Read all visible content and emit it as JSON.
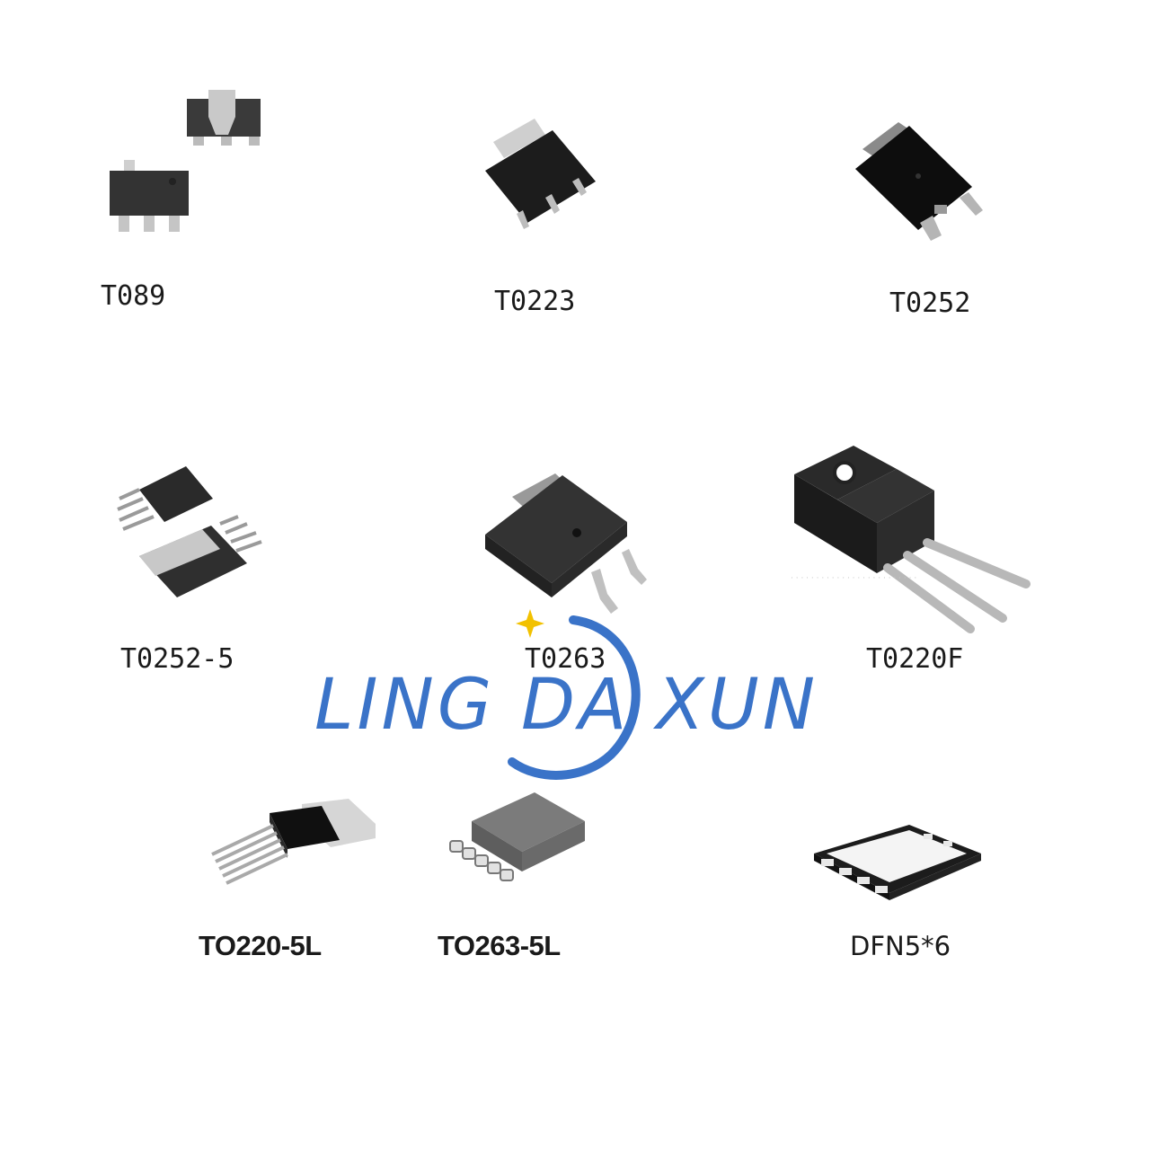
{
  "packages": [
    {
      "label": "T089",
      "icon": "sot89-chip-icon"
    },
    {
      "label": "T0223",
      "icon": "sot223-chip-icon"
    },
    {
      "label": "T0252",
      "icon": "dpak-chip-icon"
    },
    {
      "label": "T0252-5",
      "icon": "dpak5-chip-icon"
    },
    {
      "label": "T0263",
      "icon": "d2pak-chip-icon"
    },
    {
      "label": "T0220F",
      "icon": "to220f-chip-icon"
    },
    {
      "label": "TO220-5L",
      "icon": "to220-5l-chip-icon"
    },
    {
      "label": "TO263-5L",
      "icon": "to263-5l-chip-icon"
    },
    {
      "label": "DFN5*6",
      "icon": "dfn-chip-icon"
    }
  ],
  "watermark": {
    "text": "LING DA XUN",
    "color": "#3a73c8"
  }
}
